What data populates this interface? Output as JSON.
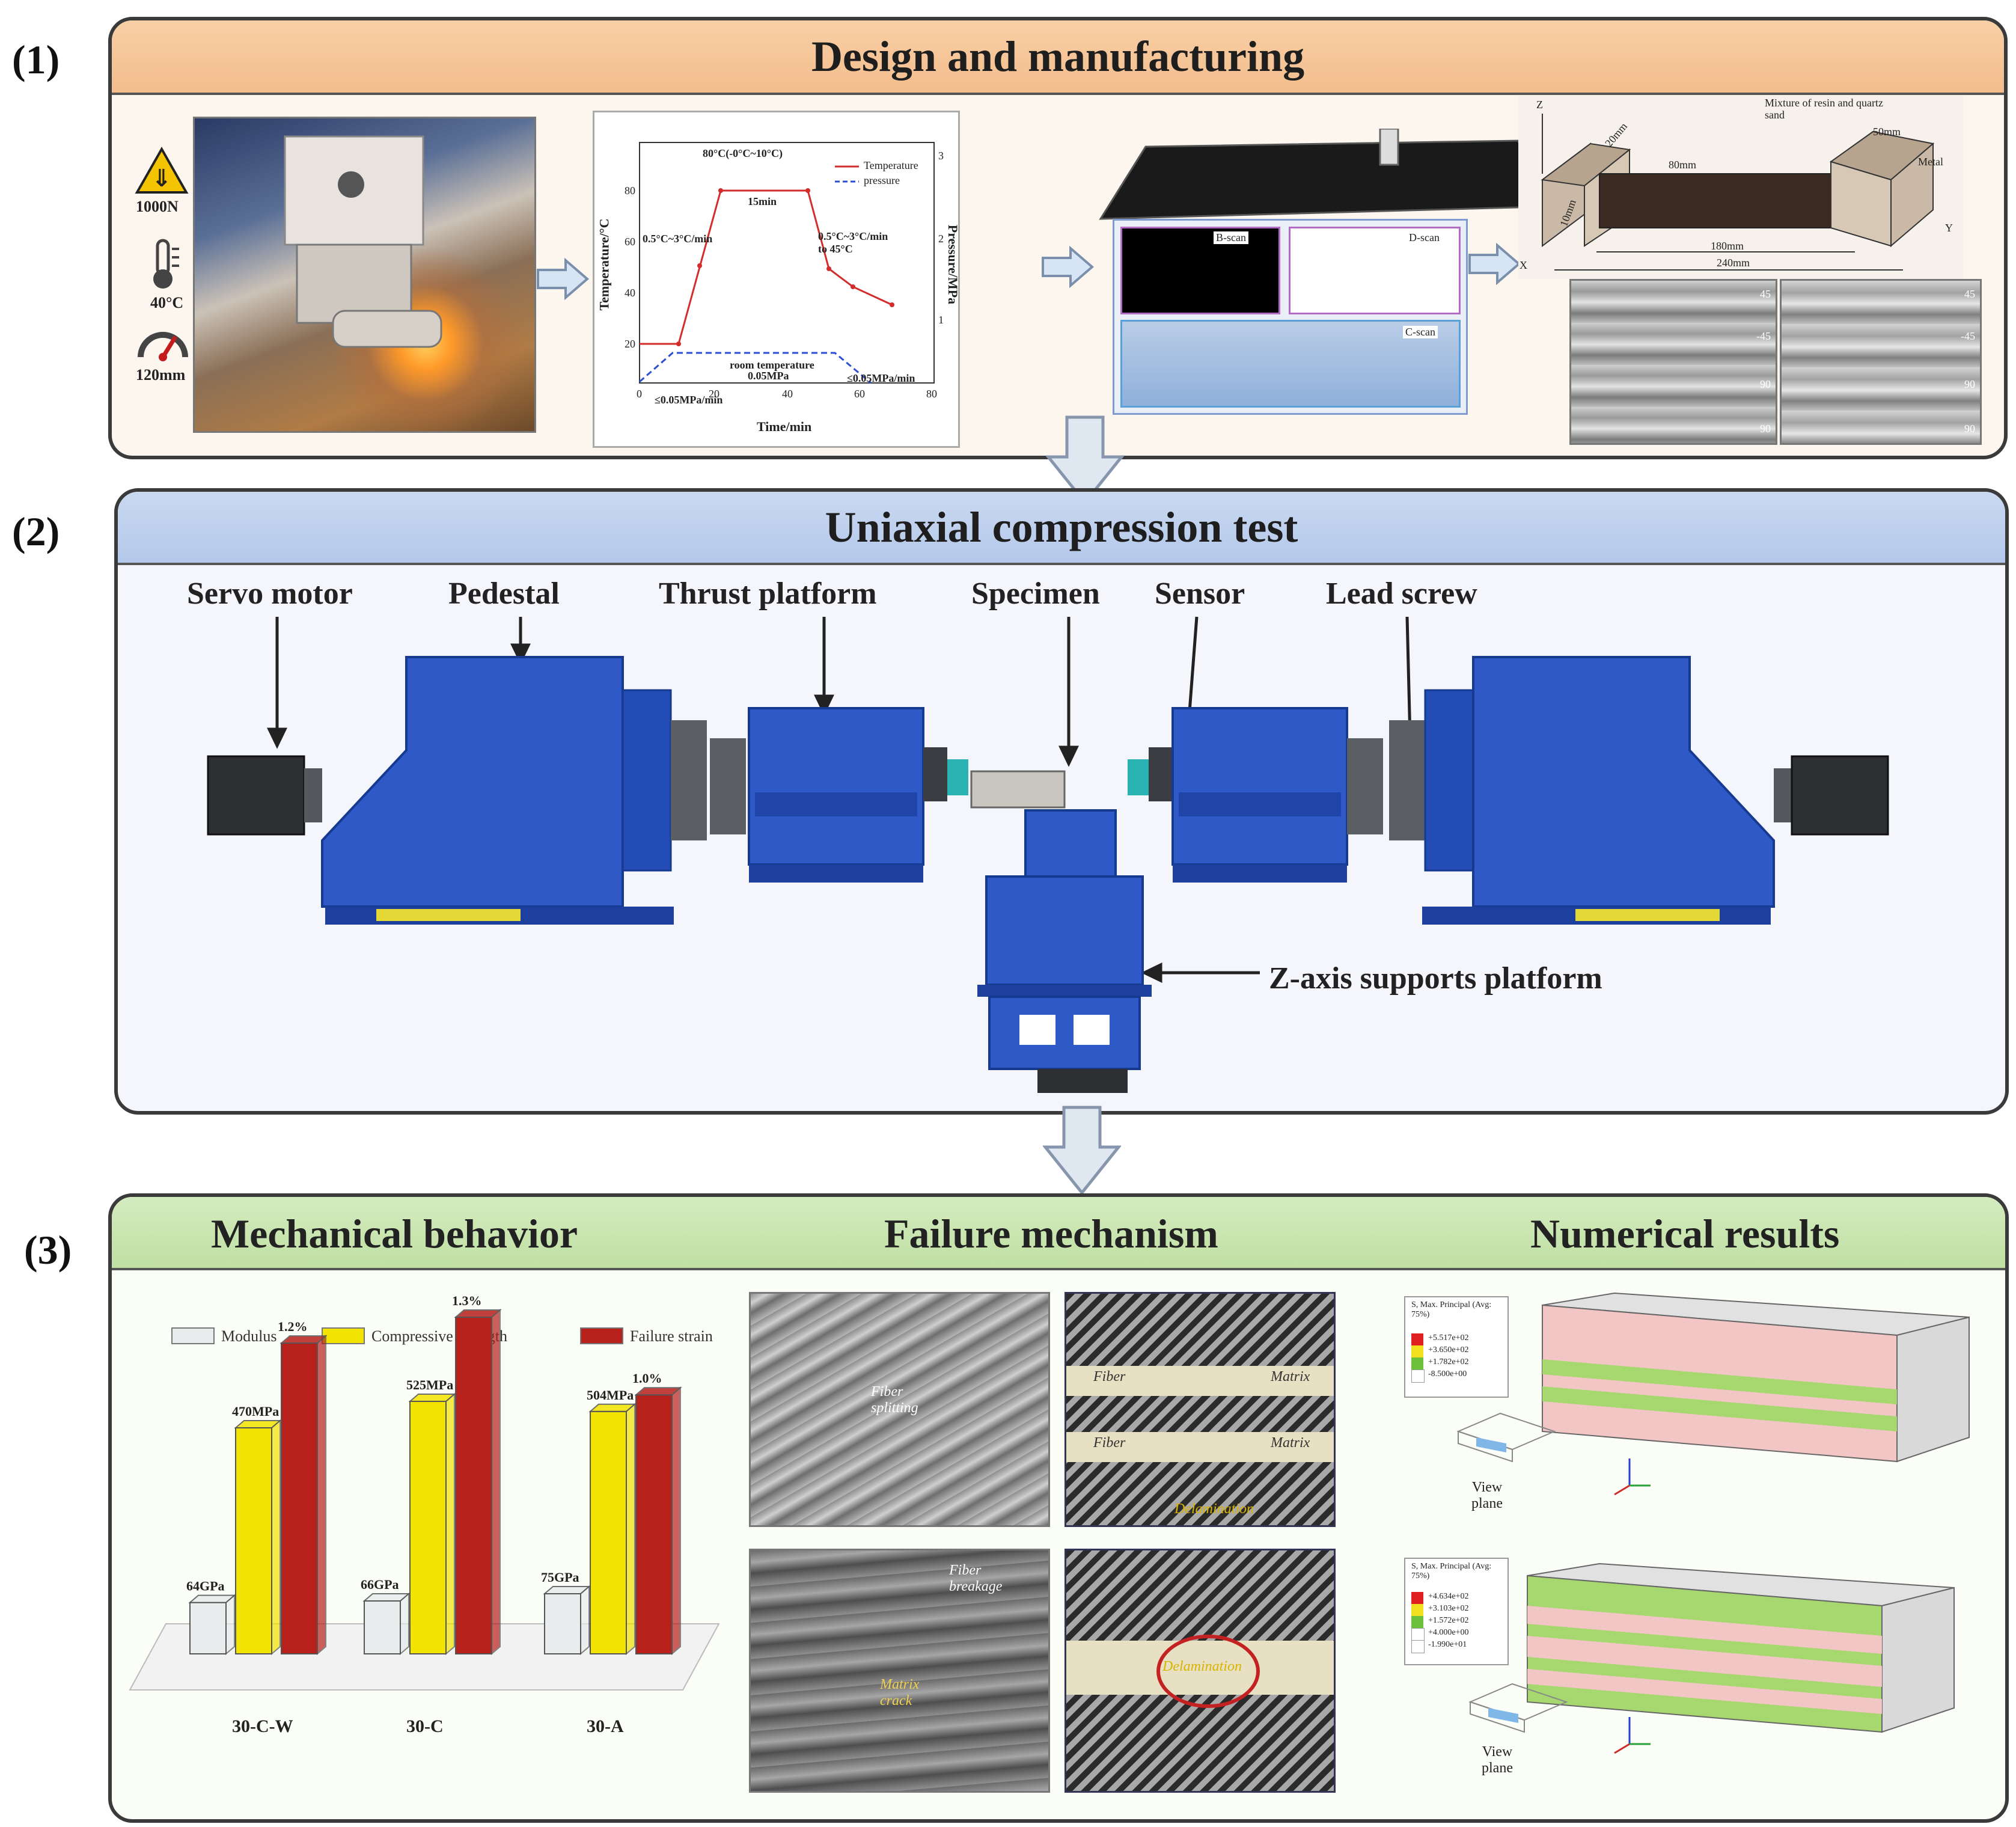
{
  "panels": {
    "p1": {
      "label": "(1)",
      "title": "Design and manufacturing"
    },
    "p2": {
      "label": "(2)",
      "title": "Uniaxial compression test"
    },
    "p3": {
      "label": "(3)"
    }
  },
  "p1": {
    "process_params": [
      "1000N",
      "40°C",
      "120mm"
    ],
    "curing_chart": {
      "ylabel_left": "Temperature/°C",
      "ylabel_right": "Pressure/MPa",
      "xlabel": "Time/min",
      "x_ticks": [
        "0",
        "20",
        "40",
        "60",
        "80"
      ],
      "y_left_ticks": [
        "20",
        "40",
        "60",
        "80"
      ],
      "y_right_ticks": [
        "1",
        "2",
        "3"
      ],
      "legend": [
        "Temperature",
        "pressure"
      ],
      "annotations": [
        "80°C(-0°C~10°C)",
        "15min",
        "0.5°C~3°C/min",
        "0.5°C~3°C/min to 45°C",
        "room temperature",
        "0.05MPa",
        "≤0.05MPa/min",
        "≤0.05MPa/min"
      ]
    },
    "scan_labels": [
      "B-scan",
      "D-scan",
      "C-scan"
    ],
    "specimen": {
      "labels": [
        "Mixture of resin and quartz sand",
        "Metal",
        "80mm",
        "10mm",
        "50mm",
        "20mm",
        "180mm",
        "240mm",
        "X",
        "Y",
        "Z"
      ],
      "micro_labels_left": [
        "45",
        "-45",
        "90",
        "90"
      ],
      "micro_labels_right": [
        "45",
        "-45",
        "90",
        "90"
      ]
    }
  },
  "p2": {
    "components": [
      "Servo motor",
      "Pedestal",
      "Thrust platform",
      "Specimen",
      "Sensor",
      "Lead screw"
    ],
    "z_axis": "Z-axis supports platform"
  },
  "p3": {
    "sections": [
      "Mechanical behavior",
      "Failure mechanism",
      "Numerical results"
    ],
    "chart_data": {
      "type": "bar",
      "categories": [
        "30-C-W",
        "30-C",
        "30-A"
      ],
      "series": [
        {
          "name": "Modulus",
          "values": [
            64,
            66,
            75
          ],
          "labels": [
            "64GPa",
            "66GPa",
            "75GPa"
          ],
          "color": "#e8ecec"
        },
        {
          "name": "Compressive strength",
          "values": [
            470,
            525,
            504
          ],
          "labels": [
            "470MPa",
            "525MPa",
            "504MPa"
          ],
          "color": "#f2e400"
        },
        {
          "name": "Failure strain",
          "values": [
            1.2,
            1.3,
            1.0
          ],
          "labels": [
            "1.2%",
            "1.3%",
            "1.0%"
          ],
          "color": "#b8201c"
        }
      ]
    },
    "sem_labels": [
      "Fiber splitting",
      "Fiber breakage",
      "Matrix crack"
    ],
    "schematic_labels": [
      "Fiber",
      "Matrix",
      "Fiber",
      "Matrix",
      "Delamination",
      "Delamination"
    ],
    "fe_legend_title": "S, Max. Principal (Avg: 75%)",
    "fe_legend_1": [
      "+5.517e+02",
      "+3.650e+02",
      "+1.782e+02",
      "-8.500e+00"
    ],
    "fe_legend_2": [
      "+4.634e+02",
      "+3.103e+02",
      "+1.572e+02",
      "+4.000e+00",
      "-1.990e+01"
    ],
    "view_plane": "View plane"
  }
}
